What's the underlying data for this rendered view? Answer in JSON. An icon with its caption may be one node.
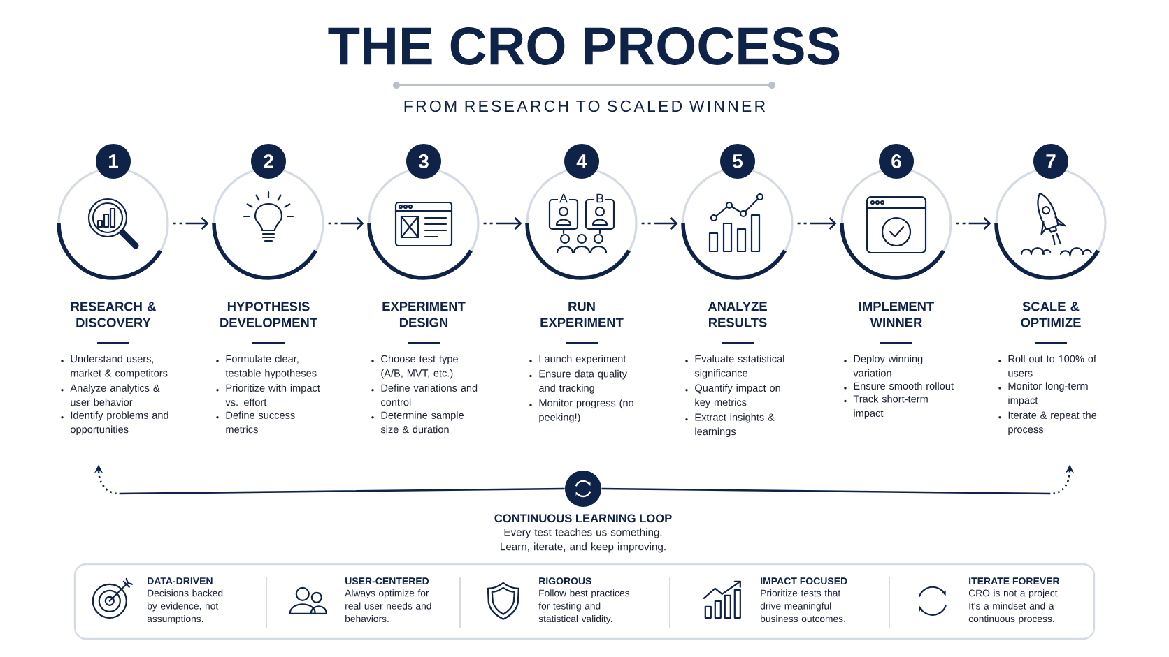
{
  "diagram": {
    "title": "THE CRO PROCESS",
    "nodes": [
      {
        "text": [
          "1",
          "RESEARCH & DISCOVERY",
          "Understand users, market & competitors",
          "Analyze analytics & user behavior",
          "Identify problems and opportunities"
        ]
      },
      {
        "text": [
          "2",
          "HYPOTHESIS DEVELOPMENT",
          "Formulate clear, testable hypotheses",
          "Prioritize with impact vs. effort",
          "Define success metrics"
        ]
      },
      {
        "text": [
          "3",
          "EXPERIMENT DESIGN",
          "Choose test type (A/B, MVT, etc.)",
          "Define variations and control",
          "Determine sample size & duration"
        ]
      },
      {
        "text": [
          "4",
          "RUN EXPERIMENT",
          "Launch experiment",
          "Ensure data quality and tracking",
          "Monitor progress (no peeking!)"
        ]
      },
      {
        "text": [
          "5",
          "ANALYZE RESULTS",
          "Evaluate sstatistical significance",
          "Quantify impact on key metrics",
          "Extract insights & learnings"
        ]
      },
      {
        "text": [
          "6",
          "IMPLEMENT WINNER",
          "Deploy winning variation",
          "Ensure smooth rollout",
          "Track short-term impact"
        ]
      },
      {
        "text": [
          "7",
          "SCALE & OPTIMIZE",
          "Roll out to 100% of users",
          "Monitor long-term impact",
          "Iterate & repeat the process"
        ]
      },
      {
        "text": [
          "CONTINUOUS LEARNING LOOP",
          "Every test teaches us something. Learn, iterate, and keep improving."
        ]
      },
      {
        "text": [],
        "shape": "box"
      },
      {
        "text": [
          "DATA-DRIVEN",
          "Decisions backed by evidence, not assumptions."
        ],
        "in": 8
      },
      {
        "text": [
          "USER-CENTERED",
          "Always optimize for real user needs and behaviors."
        ],
        "in": 8
      },
      {
        "text": [
          "RIGOROUS",
          "Follow best practices for testing and statistical validity."
        ],
        "in": 8
      },
      {
        "text": [
          "IMPACT FOCUSED",
          "Prioritize tests that drive meaningful business outcomes."
        ],
        "in": 8
      },
      {
        "text": [
          "ITERATE FOREVER",
          "CRO is not a project. It's a mindset and a continuous process."
        ],
        "in": 8
      }
    ],
    "edges": [
      {
        "from": 0,
        "to": 1,
        "arrow": "to"
      },
      {
        "from": 1,
        "to": 2,
        "arrow": "to"
      },
      {
        "from": 2,
        "to": 3,
        "arrow": "to"
      },
      {
        "from": 3,
        "to": 4,
        "arrow": "to"
      },
      {
        "from": 4,
        "to": 5,
        "arrow": "to"
      },
      {
        "from": 5,
        "to": 6,
        "arrow": "to"
      },
      {
        "from": 7,
        "to": 0,
        "arrow": "to"
      },
      {
        "from": 7,
        "to": 6,
        "arrow": "to"
      }
    ],
    "labels": [
      "FROM RESEARCH TO SCALED WINNER",
      "A",
      "B"
    ]
  }
}
